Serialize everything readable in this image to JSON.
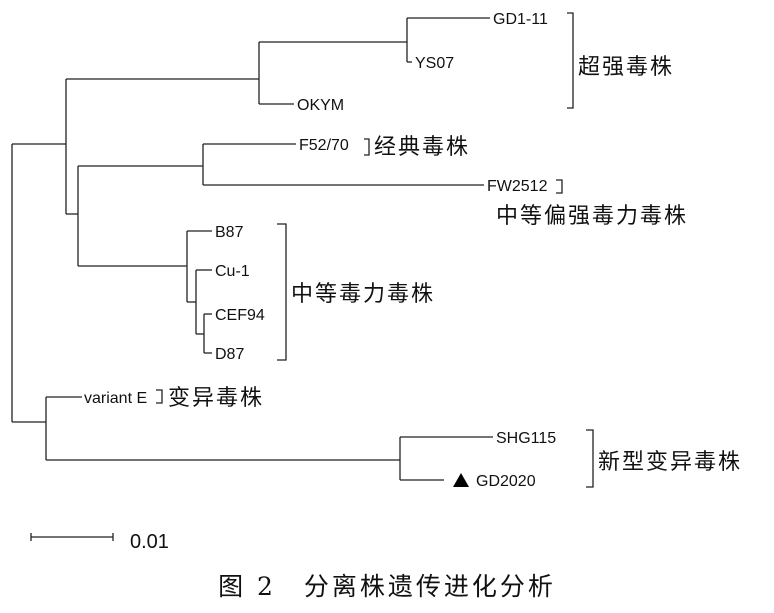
{
  "tree": {
    "leaves": {
      "gd1_11": "GD1-11",
      "ys07": "YS07",
      "okym": "OKYM",
      "f52_70": "F52/70",
      "fw2512": "FW2512",
      "b87": "B87",
      "cu_1": "Cu-1",
      "cef94": "CEF94",
      "d87": "D87",
      "variant_e": "variant E",
      "shg115": "SHG115",
      "gd2020": "GD2020"
    },
    "marker_icon": "filled-triangle-icon",
    "groups": {
      "very_virulent": "超强毒株",
      "classical": "经典毒株",
      "intermediate_plus": "中等偏强毒力毒株",
      "intermediate": "中等毒力毒株",
      "variant": "变异毒株",
      "novel_variant": "新型变异毒株"
    },
    "scale_bar_label": "0.01"
  },
  "caption": "图 2　分离株遗传进化分析"
}
